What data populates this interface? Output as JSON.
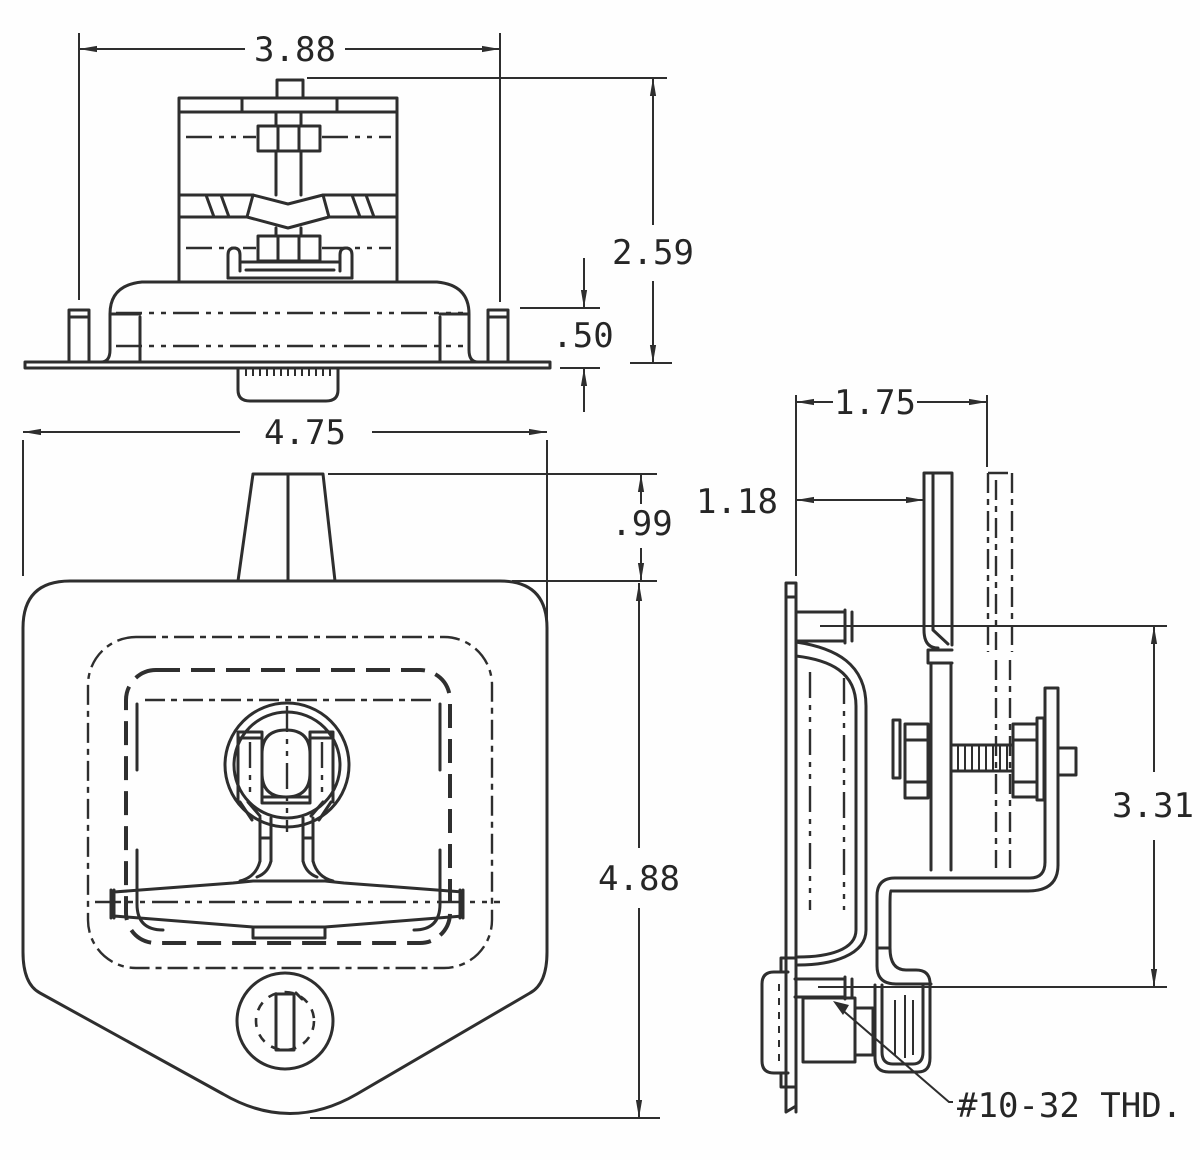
{
  "drawing": {
    "title": "T-handle latch dimensioned drawing",
    "dims": {
      "top_width": "3.88",
      "housing_height": "2.59",
      "stud_height": ".50",
      "pan_width": "4.75",
      "handle_height": ".99",
      "grip_clearance": "1.18",
      "handle_swing": "1.75",
      "pan_height": "4.88",
      "mount_span": "3.31",
      "thread": "#10-32 THD."
    }
  }
}
